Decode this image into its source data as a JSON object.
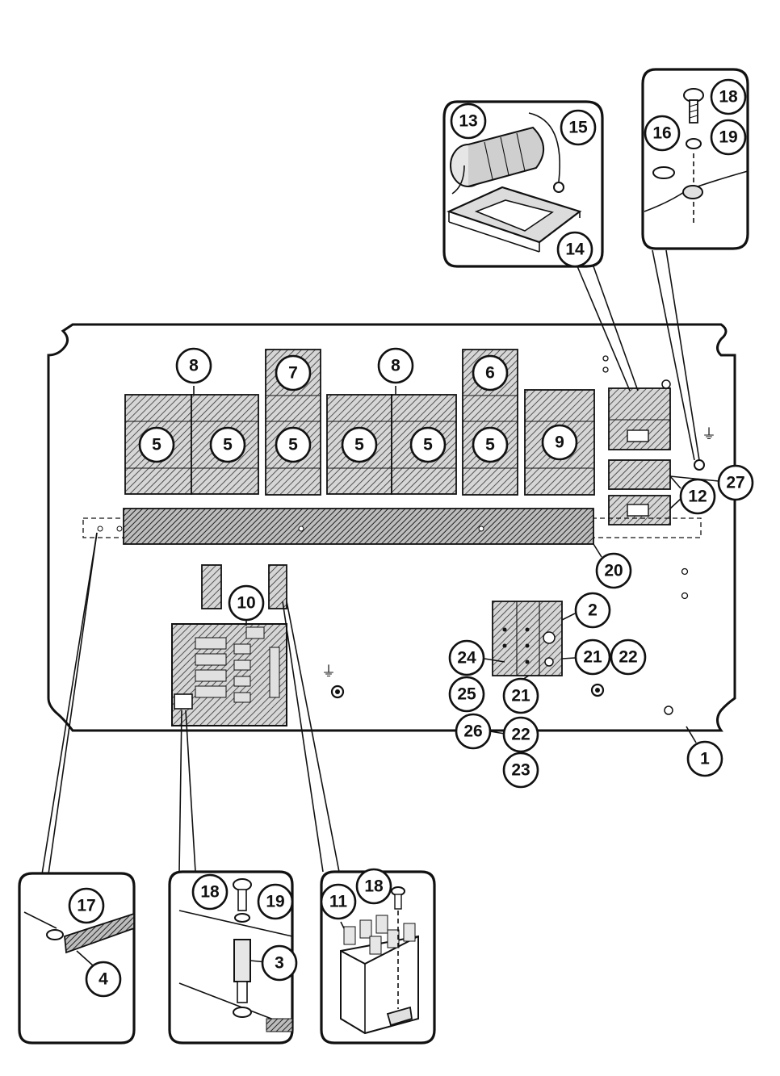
{
  "diagram": {
    "main_callouts": {
      "c8a": "8",
      "c7": "7",
      "c8b": "8",
      "c6": "6",
      "c5a": "5",
      "c5b": "5",
      "c5c": "5",
      "c5d": "5",
      "c5e": "5",
      "c5f": "5",
      "c9": "9",
      "c27": "27",
      "c12": "12",
      "c20": "20",
      "c10": "10",
      "c2": "2",
      "c24": "24",
      "c21a": "21",
      "c22a": "22",
      "c25": "25",
      "c21b": "21",
      "c26": "26",
      "c22b": "22",
      "c23": "23",
      "c1": "1"
    },
    "inset_top_center": {
      "c13": "13",
      "c15": "15",
      "c14": "14"
    },
    "inset_top_right": {
      "c18": "18",
      "c16": "16",
      "c19": "19"
    },
    "inset_bottom_left": {
      "c17": "17",
      "c4": "4"
    },
    "inset_bottom_mid": {
      "c18": "18",
      "c19": "19",
      "c3": "3"
    },
    "inset_bottom_right": {
      "c11": "11",
      "c18": "18"
    },
    "ground_symbol": "⏚"
  }
}
